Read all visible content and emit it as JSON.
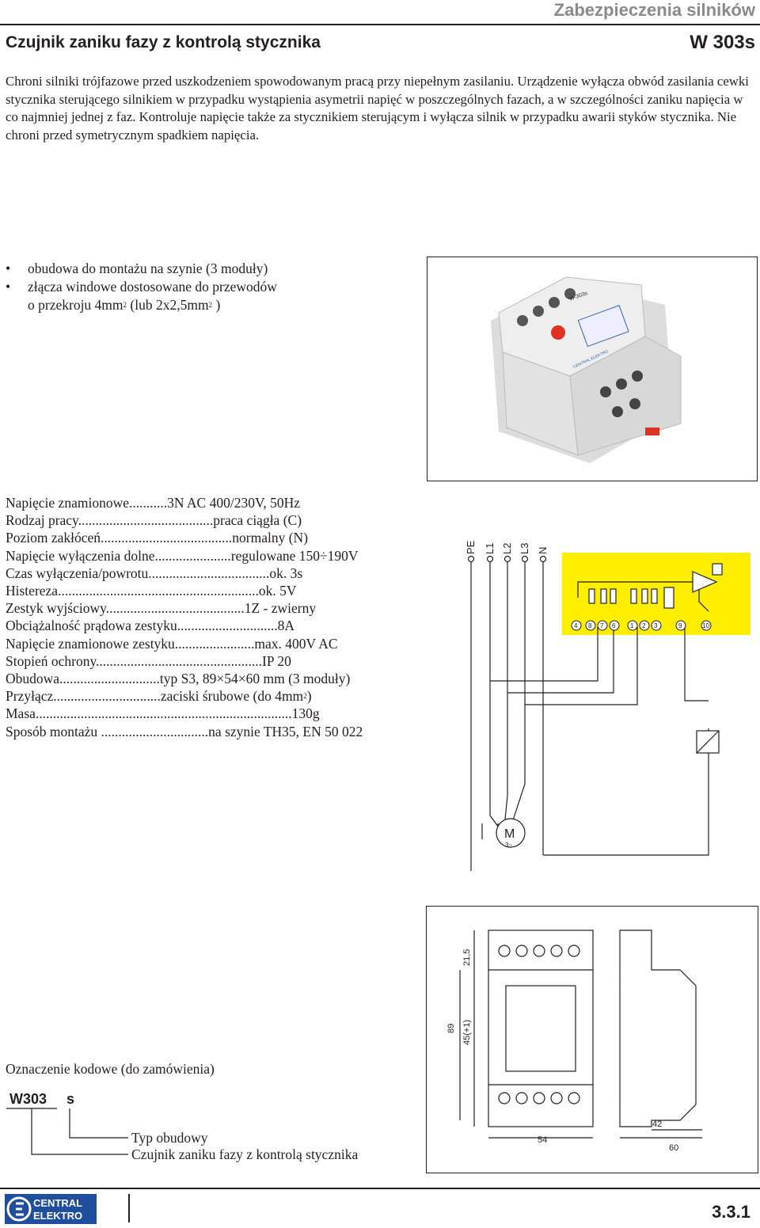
{
  "header": {
    "category": "Zabezpieczenia silników",
    "title": "Czujnik zaniku fazy z kontrolą stycznika",
    "code": "W 303s"
  },
  "intro": "Chroni silniki trójfazowe przed uszkodzeniem spowodowanym pracą przy niepełnym zasilaniu. Urządzenie wyłącza obwód zasilania cewki stycznika sterującego silnikiem w przypadku wystąpienia asymetrii napięć w poszczególnych fazach, a w szczególności zaniku napięcia w co najmniej jednej z faz. Kontroluje napięcie także za stycznikiem sterującym i wyłącza silnik w przypadku awarii styków stycznika. Nie chroni przed symetrycznym spadkiem napięcia.",
  "features": {
    "bullet": "•",
    "f1": "obudowa do montażu na szynie (3 moduły)",
    "f2": "złącza windowe dostosowane  do przewodów",
    "f3a": "o przekroju  4mm",
    "f3b": "  (lub 2x2,5mm",
    "f3c": " )",
    "sup": "2"
  },
  "specs": {
    "s1": "Napięcie znamionowe...........3N AC 400/230V, 50Hz",
    "s2": "Rodzaj pracy.......................................praca ciągła (C)",
    "s3": "Poziom zakłóceń......................................normalny (N)",
    "s4": "Napięcie wyłączenia dolne......................regulowane 150÷190V",
    "s5": "Czas wyłączenia/powrotu...................................ok. 3s",
    "s6": "Histereza..........................................................ok. 5V",
    "s7": "Zestyk wyjściowy........................................1Z - zwierny",
    "s8": "Obciążalność prądowa zestyku.............................8A",
    "s9": "Napięcie znamionowe zestyku.......................max. 400V AC",
    "s10": "Stopień ochrony................................................IP 20",
    "s11": "Obudowa.............................typ S3, 89×54×60 mm (3 moduły)",
    "s12a": "Przyłącz...............................zaciski śrubowe (do 4mm",
    "s12b": ")",
    "s13": "Masa..........................................................................130g",
    "s14": "Sposób montażu ...............................na szynie TH35, EN 50 022",
    "sup": "2"
  },
  "wiring": {
    "phases": [
      "PE",
      "L1",
      "L2",
      "L3",
      "N"
    ],
    "terminals": [
      "4",
      "8",
      "7",
      "6",
      "1",
      "2",
      "3",
      "9",
      "10"
    ],
    "motor": "M",
    "motor_sym": "3~",
    "panel_color": "#ffee00"
  },
  "dimensions": {
    "d_top": "21,5",
    "d_height": "89",
    "d_mid": "45(+1)",
    "d_width": "54",
    "d_depth_a": "42",
    "d_depth_b": "60"
  },
  "order": {
    "title": "Oznaczenie kodowe (do zamówienia)",
    "code_a": "W303",
    "code_b": "s",
    "label_1": "Typ obudowy",
    "label_2": "Czujnik zaniku fazy z kontrolą stycznika"
  },
  "footer": {
    "logo_top": "CENTRAL",
    "logo_bottom": "ELEKTRO",
    "page": "3.3.1"
  },
  "photo": {
    "label": "W-303s",
    "brand": "CENTRAL ELEKTRO"
  }
}
